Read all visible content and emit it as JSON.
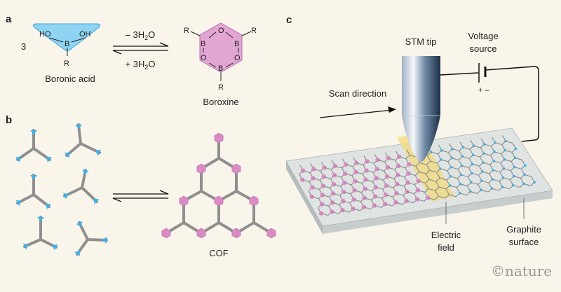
{
  "panels": {
    "a": "a",
    "b": "b",
    "c": "c"
  },
  "panel_a": {
    "coefficient": "3",
    "boronic_acid": {
      "ho": "HO",
      "oh": "OH",
      "b": "B",
      "r": "R",
      "name": "Boronic acid"
    },
    "forward": {
      "pre": "– 3H",
      "sub": "2",
      "post": "O"
    },
    "reverse": {
      "pre": "+ 3H",
      "sub": "2",
      "post": "O"
    },
    "boroxine": {
      "b": "B",
      "o": "O",
      "r": "R",
      "name": "Boroxine"
    }
  },
  "panel_b": {
    "cof_label": "COF"
  },
  "panel_c": {
    "stm_tip": "STM tip",
    "voltage_source": [
      "Voltage",
      "source"
    ],
    "polarity": "+ –",
    "scan_direction": "Scan direction",
    "electric_field": [
      "Electric",
      "field"
    ],
    "graphite_surface": [
      "Graphite",
      "surface"
    ]
  },
  "credit": "©nature",
  "colors": {
    "monomer": "#3fb2e8",
    "cof_node": "#d98bc4",
    "strut": "#8f8f8f",
    "field": "#f2d97a",
    "background": "#f9f5ea"
  }
}
